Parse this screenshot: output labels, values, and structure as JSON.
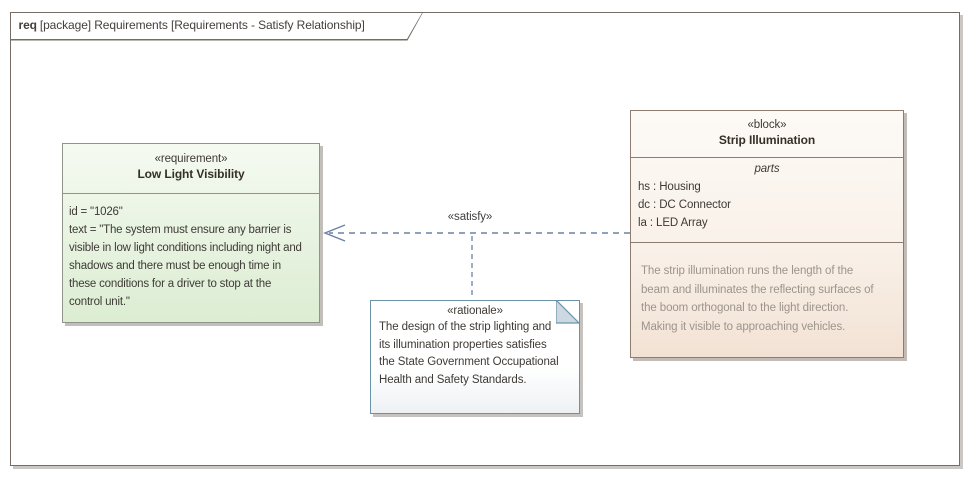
{
  "frame": {
    "keyword": "req",
    "title": "[package] Requirements [Requirements - Satisfy Relationship]"
  },
  "requirement_box": {
    "stereotype": "«requirement»",
    "name": "Low Light Visibility",
    "id_attribute": "id = \"1026\"",
    "text_attribute": "text = \"The system must ensure any barrier is\nvisible in low light conditions including night and\nshadows and there must be enough time in\nthese conditions for a driver to stop at the\ncontrol unit.\""
  },
  "block_box": {
    "stereotype": "«block»",
    "name": "Strip Illumination",
    "compartment_label": "parts",
    "parts": [
      "hs : Housing",
      "dc : DC Connector",
      "la : LED Array"
    ],
    "description": "The strip illumination runs the length of the\nbeam and illuminates the reflecting surfaces of\nthe boom orthogonal to the light direction.\nMaking it visible to approaching vehicles."
  },
  "note": {
    "stereotype": "«rationale»",
    "text": "The design of the strip lighting and\nits illumination properties satisfies\nthe State Government Occupational\nHealth and Safety Standards."
  },
  "connector": {
    "label": "«satisfy»"
  },
  "colors": {
    "frame_border": "#756c66",
    "requirement_border": "#8f948c",
    "requirement_fill_top": "#f5faf1",
    "requirement_fill_bottom": "#dcedd2",
    "block_border": "#8d7c70",
    "block_fill_top": "#fdfaf6",
    "block_fill_bottom": "#f2e2d4",
    "description_text": "#9c948c",
    "note_border": "#6b93a8",
    "note_fold_fill": "#cdd9e2",
    "connector_color": "#6b82a4"
  }
}
